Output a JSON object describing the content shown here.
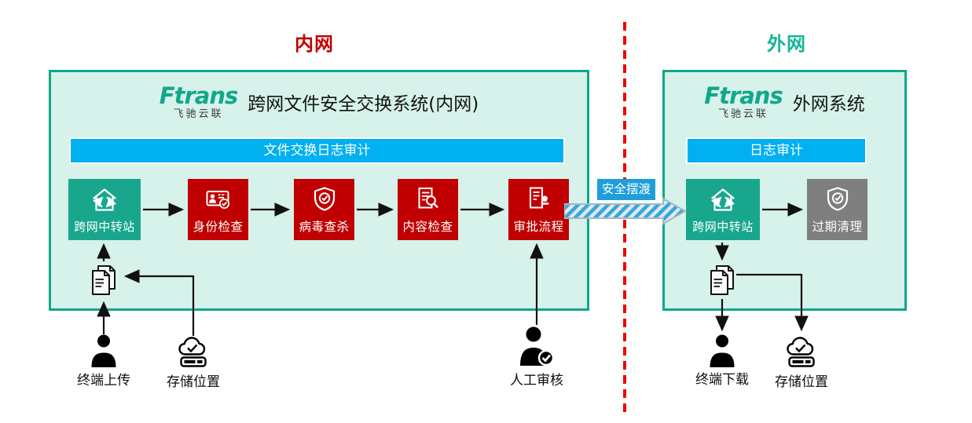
{
  "page": {
    "inner_zone_title": "内网",
    "outer_zone_title": "外网"
  },
  "brand": {
    "name": "Ftrans",
    "subtitle": "飞驰云联"
  },
  "inner_panel": {
    "system_title": "跨网文件安全交换系统(内网)",
    "audit_bar": "文件交换日志审计",
    "nodes": [
      {
        "label": "跨网中转站",
        "icon": "home-sync-icon",
        "color": "#18a78c"
      },
      {
        "label": "身份检查",
        "icon": "id-card-check-icon",
        "color": "#c00000"
      },
      {
        "label": "病毒查杀",
        "icon": "shield-check-icon",
        "color": "#c00000"
      },
      {
        "label": "内容检查",
        "icon": "doc-search-icon",
        "color": "#c00000"
      },
      {
        "label": "审批流程",
        "icon": "doc-stamp-icon",
        "color": "#c00000"
      }
    ]
  },
  "outer_panel": {
    "system_title": "外网系统",
    "audit_bar": "日志审计",
    "nodes": [
      {
        "label": "跨网中转站",
        "icon": "home-sync-icon",
        "color": "#18a78c"
      },
      {
        "label": "过期清理",
        "icon": "shield-check-icon",
        "color": "#7f7f7f"
      }
    ]
  },
  "transfer": {
    "label": "安全摆渡"
  },
  "actors": {
    "upload": {
      "label": "终端上传",
      "icon": "person-icon"
    },
    "storage_inner": {
      "label": "存储位置",
      "icon": "cloud-storage-icon"
    },
    "manual_review": {
      "label": "人工审核",
      "icon": "person-check-icon"
    },
    "download": {
      "label": "终端下载",
      "icon": "person-icon"
    },
    "storage_outer": {
      "label": "存储位置",
      "icon": "cloud-storage-icon"
    }
  },
  "colors": {
    "panel_border": "#0fa78a",
    "panel_bg": "#d6f2ea",
    "audit_blue": "#00b0f0",
    "node_green": "#18a78c",
    "node_red": "#c00000",
    "node_gray": "#7f7f7f",
    "transfer_blue": "#1e9fdb",
    "divider_red": "#f00404",
    "inner_title_red": "#c00000",
    "outer_title_teal": "#16b597",
    "logo_green": "#12a78a"
  }
}
